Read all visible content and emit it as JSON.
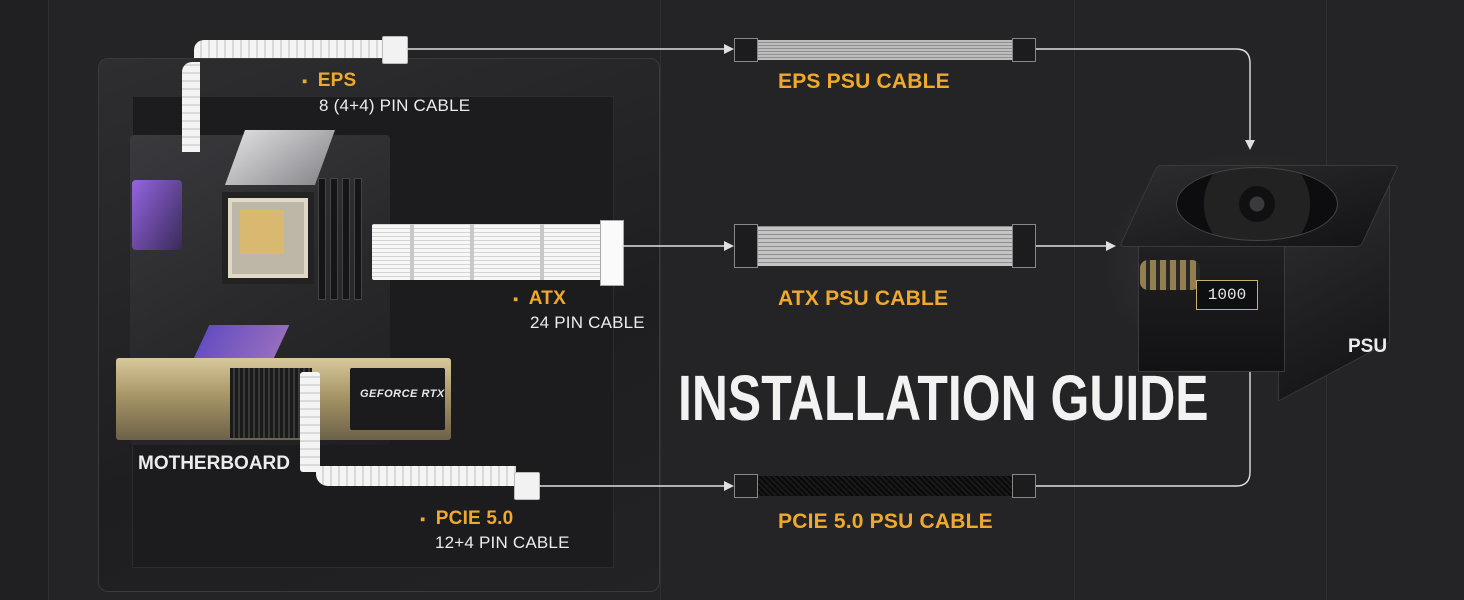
{
  "labels": {
    "eps_title": "EPS",
    "eps_sub": "8 (4+4) PIN CABLE",
    "atx_title": "ATX",
    "atx_sub": "24 PIN CABLE",
    "pcie_title": "PCIE 5.0",
    "pcie_sub": "12+4 PIN CABLE",
    "motherboard": "MOTHERBOARD",
    "eps_psu": "EPS PSU CABLE",
    "atx_psu": "ATX PSU CABLE",
    "pcie_psu": "PCIE 5.0 PSU CABLE",
    "psu": "PSU",
    "title": "INSTALLATION GUIDE",
    "gpu_brand": "GEFORCE RTX",
    "psu_display": "1000"
  },
  "colors": {
    "accent": "#f0a92c",
    "background": "#242426",
    "text": "#ececec"
  }
}
